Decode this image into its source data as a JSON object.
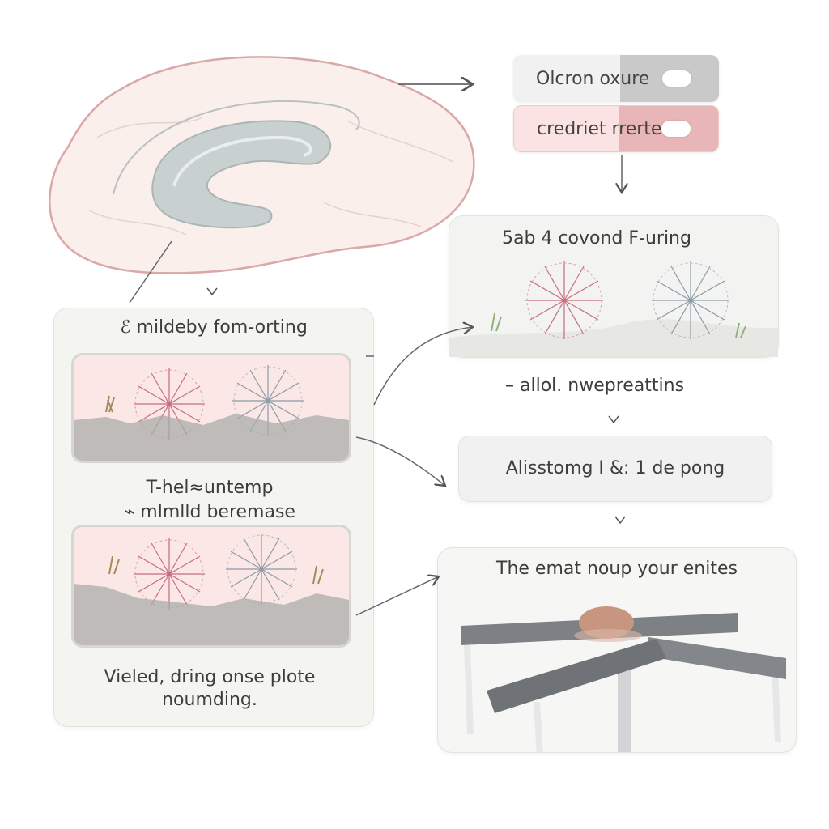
{
  "toggles": [
    {
      "label": "Olcron oxure"
    },
    {
      "label": "credriet rrerted"
    }
  ],
  "left_card": {
    "heading": "ℰ mildeby fom-orting",
    "middle_line1": "T-hel≈untemp",
    "middle_line2": "⌁ mlmlld beremase",
    "footer_line1": "Vieled, dring onse plote",
    "footer_line2": "noumding."
  },
  "right": {
    "flowers_title": "5ab 4 covond F-uring",
    "caption": "– allol. nwepreattins",
    "step_box": "Alisstomg I &: 1 de pong",
    "table_title": "The emat noup your enites"
  },
  "colors": {
    "pink_light": "#fbe3e3",
    "pink_flower": "#c76b7d",
    "gray_flower": "#8a9aa6",
    "card_bg": "#f4f4f1",
    "table_gray": "#7d8085"
  }
}
